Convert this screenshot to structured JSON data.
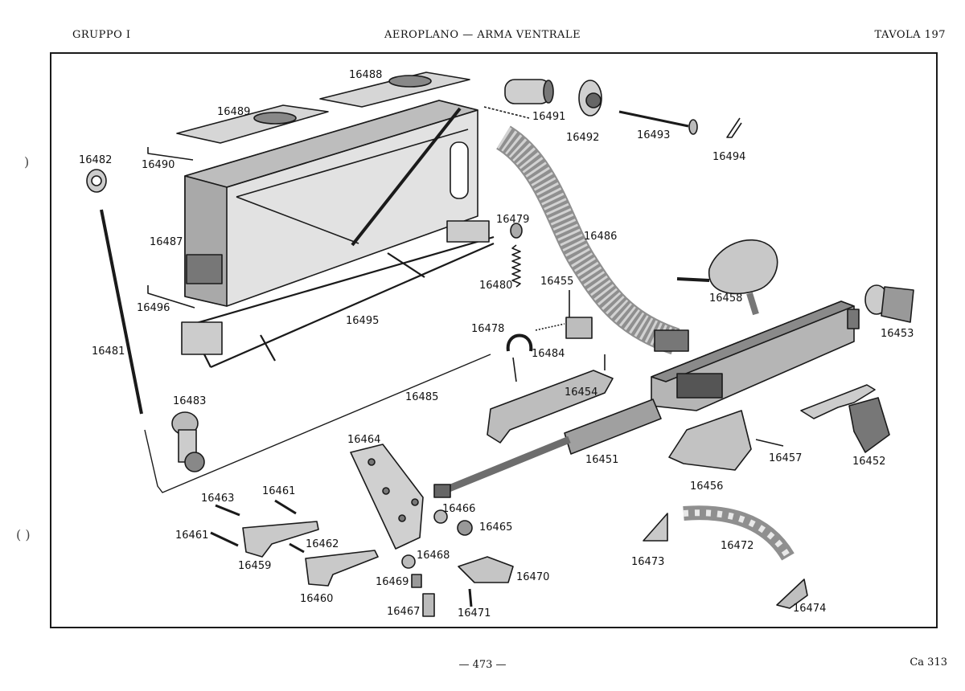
{
  "header": {
    "left": "GRUPPO I",
    "center": "AEROPLANO — ARMA VENTRALE",
    "right": "TAVOLA 197"
  },
  "footer": {
    "page": "— 473 —",
    "code": "Ca 313"
  },
  "part_numbers": [
    "16488",
    "16489",
    "16491",
    "16492",
    "16493",
    "16494",
    "16490",
    "16482",
    "16487",
    "16479",
    "16486",
    "16480",
    "16455",
    "16458",
    "16453",
    "16496",
    "16495",
    "16478",
    "16484",
    "16481",
    "16454",
    "16483",
    "16485",
    "16464",
    "16451",
    "16457",
    "16452",
    "16456",
    "16466",
    "16463",
    "16461",
    "16465",
    "16461",
    "16462",
    "16473",
    "16472",
    "16459",
    "16468",
    "16470",
    "16469",
    "16460",
    "16467",
    "16471",
    "16474"
  ]
}
